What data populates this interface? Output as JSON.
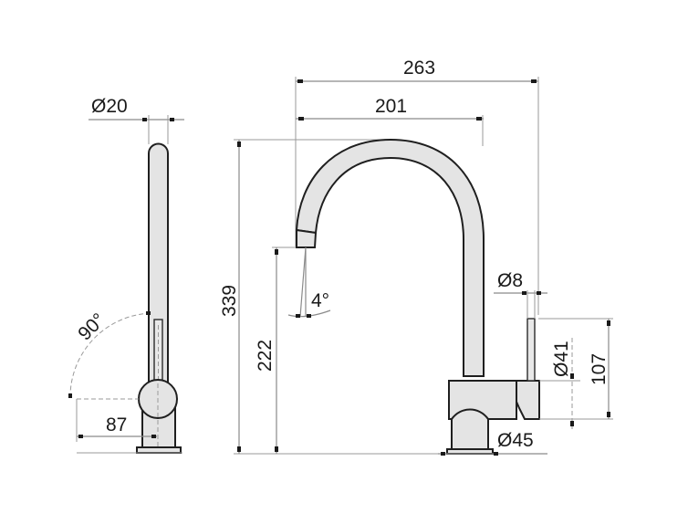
{
  "drawing": {
    "subject": "Kitchen faucet dimension drawing",
    "units": "mm",
    "colors": {
      "background": "#ffffff",
      "outline": "#1f1f1f",
      "fill": "#e4e4e4",
      "dimension_line": "#8a8a8a",
      "text": "#1a1a1a"
    }
  },
  "side_view": {
    "spout_diameter": "Ø20",
    "rotation_angle": "90°",
    "handle_offset": "87"
  },
  "front_view": {
    "total_reach": "263",
    "spout_reach": "201",
    "total_height": "339",
    "outlet_height": "222",
    "outlet_angle": "4°",
    "lever_diameter": "Ø8",
    "body_diameter": "Ø41",
    "lever_height": "107",
    "base_diameter": "Ø45"
  }
}
